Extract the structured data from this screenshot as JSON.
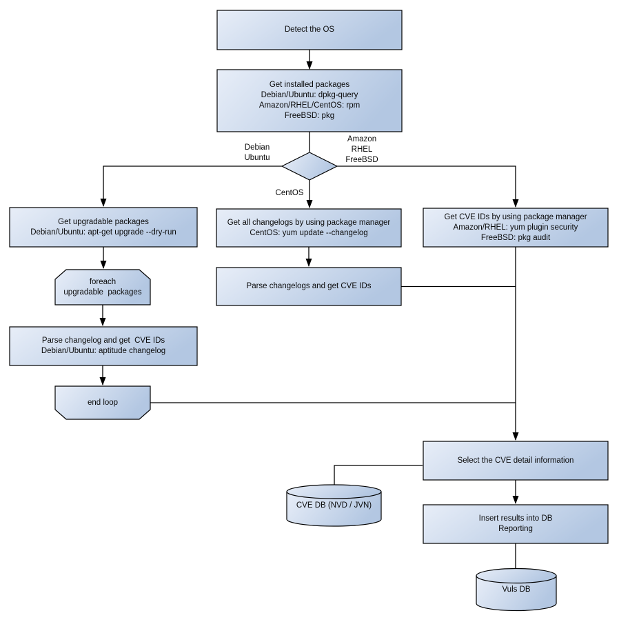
{
  "diagram": {
    "type": "flowchart",
    "subject": "OS vulnerability scan flow (package-manager based CVE detection)"
  },
  "colors": {
    "node_fill_light": "#e6ecf7",
    "node_fill_dark": "#b3c7e2",
    "node_border": "#000000",
    "edge_line": "#000000",
    "text": "#0a0a0a",
    "background": "#ffffff"
  },
  "nodes": {
    "detect_os": {
      "lines": [
        "Detect the OS"
      ]
    },
    "get_installed": {
      "lines": [
        "Get installed packages",
        "Debian/Ubuntu: dpkg-query",
        "Amazon/RHEL/CentOS: rpm",
        "FreeBSD: pkg"
      ]
    },
    "get_upgradable": {
      "lines": [
        "Get upgradable packages",
        "Debian/Ubuntu: apt-get upgrade --dry-run"
      ]
    },
    "foreach_loop": {
      "lines": [
        "foreach",
        "upgradable  packages"
      ]
    },
    "parse_changelog": {
      "lines": [
        "Parse changelog and get  CVE IDs",
        "Debian/Ubuntu: aptitude changelog"
      ]
    },
    "end_loop": {
      "lines": [
        "end loop"
      ]
    },
    "get_changelogs": {
      "lines": [
        "Get all changelogs by using package manager",
        "CentOS: yum update --changelog"
      ]
    },
    "parse_changelogs": {
      "lines": [
        "Parse changelogs and get CVE IDs"
      ]
    },
    "get_cve_ids": {
      "lines": [
        "Get CVE IDs by using package manager",
        "Amazon/RHEL: yum plugin security",
        "FreeBSD: pkg audit"
      ]
    },
    "select_cve": {
      "lines": [
        "Select the CVE detail information"
      ]
    },
    "insert_results": {
      "lines": [
        "Insert results into DB",
        "Reporting"
      ]
    },
    "cve_db": {
      "lines": [
        "CVE DB (NVD / JVN)"
      ]
    },
    "vuls_db": {
      "lines": [
        "Vuls DB"
      ]
    }
  },
  "edge_labels": {
    "debian": {
      "lines": [
        "Debian",
        "Ubuntu"
      ]
    },
    "amazon": {
      "lines": [
        "Amazon",
        "RHEL",
        "FreeBSD"
      ]
    },
    "centos": {
      "lines": [
        "CentOS"
      ]
    }
  }
}
